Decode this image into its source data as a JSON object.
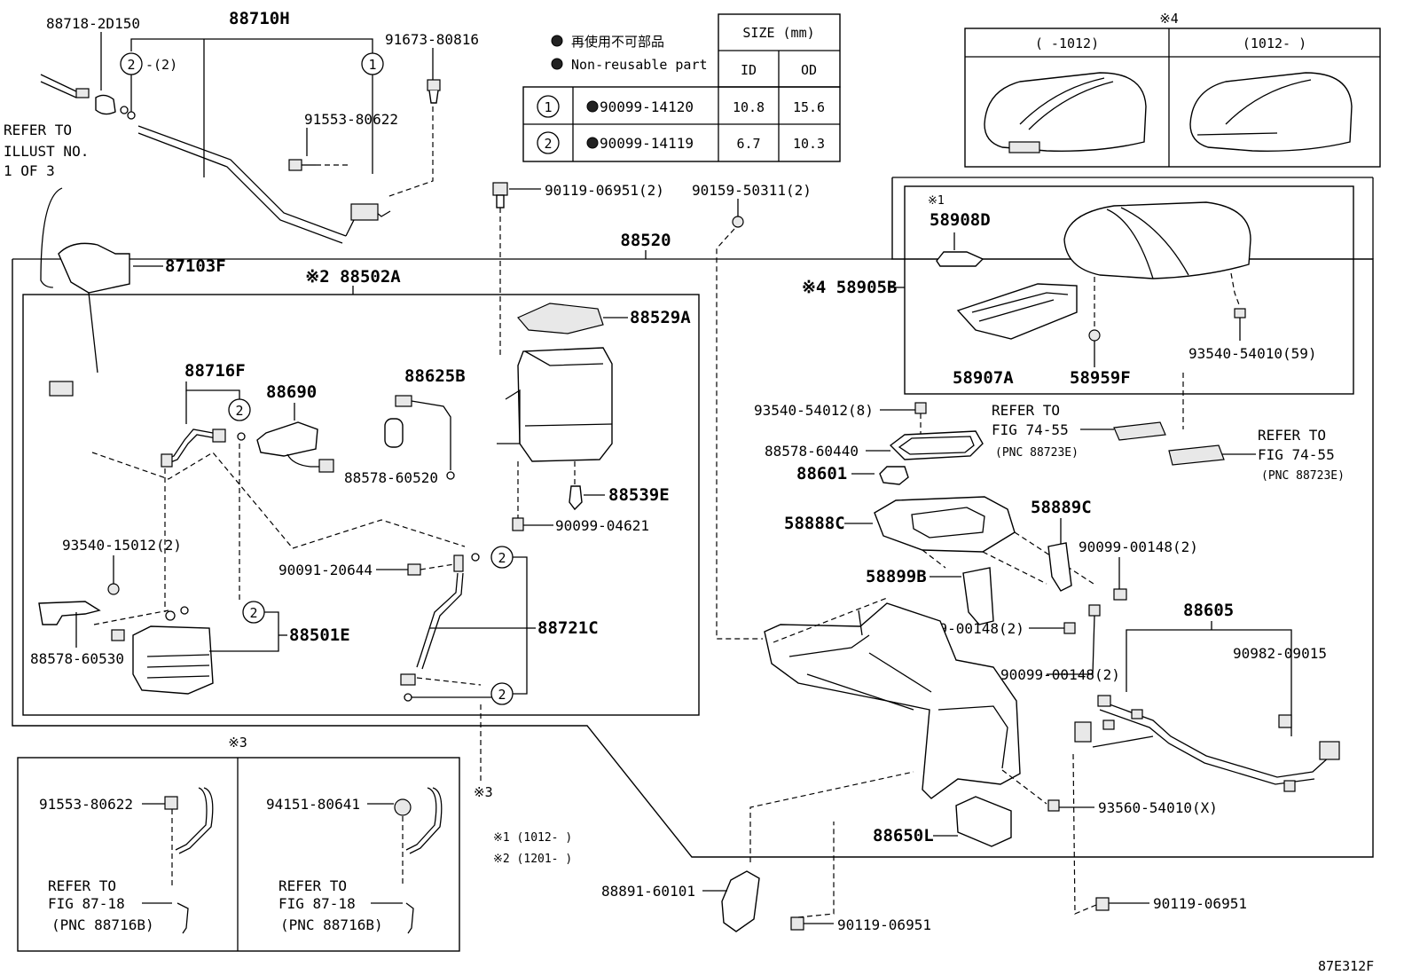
{
  "legend": {
    "jp": "再使用不可部品",
    "en": "Non-reusable part",
    "size_header": "SIZE (mm)",
    "col_id": "ID",
    "col_od": "OD",
    "rows": [
      {
        "mark": "1",
        "part": "90099-14120",
        "id": "10.8",
        "od": "15.6"
      },
      {
        "mark": "2",
        "part": "90099-14119",
        "id": "6.7",
        "od": "10.3"
      }
    ]
  },
  "variant_box": {
    "title": "※4",
    "col1": "(  -1012)",
    "col2": "(1012-  )"
  },
  "notes": {
    "n1": "※1 (1012-  )",
    "n2": "※2 (1201-  )"
  },
  "inset3": {
    "title": "※3",
    "left_part": "91553-80622",
    "right_part": "94151-80641",
    "refer1": "REFER TO",
    "refer2": "FIG 87-18",
    "refer3": "(PNC 88716B)"
  },
  "refer_illust": [
    "REFER TO",
    "ILLUST NO.",
    "1 OF 3"
  ],
  "refer_fig_a": [
    "REFER TO",
    "FIG 74-55",
    "(PNC 88723E)"
  ],
  "refer_fig_b": [
    "REFER TO",
    "FIG 74-55",
    "(PNC 88723E)"
  ],
  "labels": {
    "p88718": "88718-2D150",
    "p88710H": "88710H",
    "p91673": "91673-80816",
    "p91553": "91553-80622",
    "c2_2": "-(2)",
    "p90119a": "90119-06951(2)",
    "p90159": "90159-50311(2)",
    "p88520": "88520",
    "p88502A": "※2 88502A",
    "p87103F": "87103F",
    "p88716F": "88716F",
    "p88690": "88690",
    "p88625B": "88625B",
    "p88578_60520": "88578-60520",
    "p88529A": "88529A",
    "p88539E": "88539E",
    "p90099_04621": "90099-04621",
    "p93540_15012": "93540-15012(2)",
    "p90091": "90091-20644",
    "p88501E": "88501E",
    "p88578_60530": "88578-60530",
    "p88721C": "88721C",
    "p58908D": "58908D",
    "p58905B": "※4 58905B",
    "p58907A": "58907A",
    "p58959F": "58959F",
    "p93540_54010": "93540-54010(59)",
    "p93540_54012": "93540-54012(8)",
    "p88578_60440": "88578-60440",
    "p88601": "88601",
    "p58888C": "58888C",
    "p58889C": "58889C",
    "p90099_00148a": "90099-00148(2)",
    "p58899B": "58899B",
    "p90099_00148b": "90099-00148(2)",
    "p90099_00148c": "90099-00148(2)",
    "p88605": "88605",
    "p90982": "90982-09015",
    "p93560": "93560-54010(X)",
    "p88650L": "88650L",
    "p88891": "88891-60101",
    "p90119b": "90119-06951",
    "p90119c": "90119-06951",
    "mark1": "※1",
    "mark3": "※3",
    "code": "87E312F"
  }
}
